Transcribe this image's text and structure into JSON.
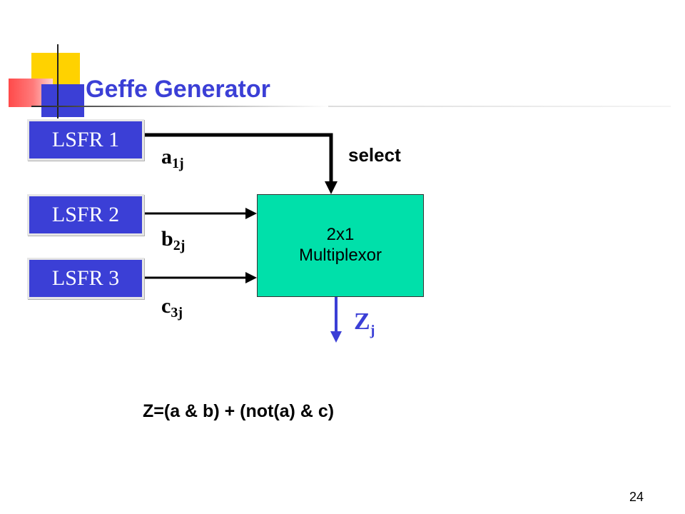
{
  "slide": {
    "title": "Geffe Generator",
    "page_number": "24"
  },
  "registers": [
    {
      "label": "LSFR 1"
    },
    {
      "label": "LSFR 2"
    },
    {
      "label": "LSFR 3"
    }
  ],
  "signals": {
    "a": {
      "base": "a",
      "sub": "1j"
    },
    "b": {
      "base": "b",
      "sub": "2j"
    },
    "c": {
      "base": "c",
      "sub": "3j"
    },
    "z": {
      "base": "Z",
      "sub": "j"
    }
  },
  "mux": {
    "line1": "2x1",
    "line2": "Multiplexor"
  },
  "select_label": "select",
  "formula": "Z=(a & b) + (not(a) & c)",
  "colors": {
    "accent_blue": "#3b3fd6",
    "mux_fill": "#00e0aa",
    "wire": "#000000"
  }
}
